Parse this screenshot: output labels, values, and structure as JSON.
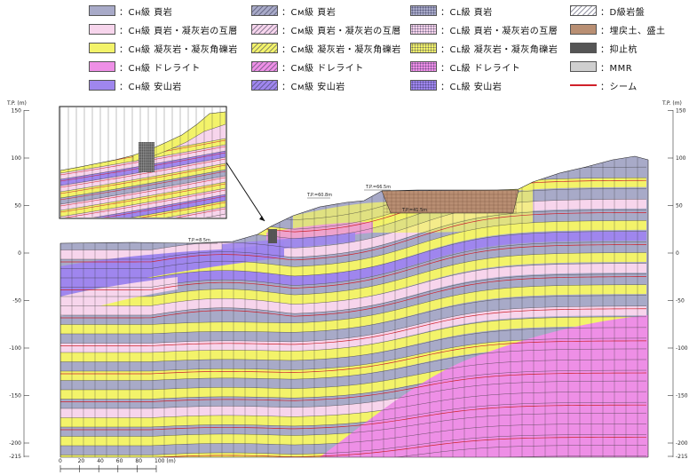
{
  "legend": [
    {
      "label": "：Cʜ級 頁岩",
      "color": "#a8aac8",
      "pattern": "none"
    },
    {
      "label": "：Cʜ級 頁岩・凝灰岩の互層",
      "color": "#f7d5ec",
      "pattern": "none"
    },
    {
      "label": "：Cʜ級 凝灰岩・凝灰角礫岩",
      "color": "#f3f36a",
      "pattern": "none"
    },
    {
      "label": "：Cʜ級 ドレライト",
      "color": "#ee8fe6",
      "pattern": "none"
    },
    {
      "label": "：Cʜ級 安山岩",
      "color": "#9f86ee",
      "pattern": "none"
    },
    {
      "label": "：Cᴍ級 頁岩",
      "color": "#a8aac8",
      "pattern": "hatch"
    },
    {
      "label": "：Cᴍ級 頁岩・凝灰岩の互層",
      "color": "#f7d5ec",
      "pattern": "hatch"
    },
    {
      "label": "：Cᴍ級 凝灰岩・凝灰角礫岩",
      "color": "#f3f36a",
      "pattern": "hatch"
    },
    {
      "label": "：Cᴍ級 ドレライト",
      "color": "#ee8fe6",
      "pattern": "hatch"
    },
    {
      "label": "：Cᴍ級 安山岩",
      "color": "#9f86ee",
      "pattern": "hatch"
    },
    {
      "label": "：Cʟ級 頁岩",
      "color": "#a8aac8",
      "pattern": "dots"
    },
    {
      "label": "：Cʟ級 頁岩・凝灰岩の互層",
      "color": "#f7d5ec",
      "pattern": "dots"
    },
    {
      "label": "：Cʟ級 凝灰岩・凝灰角礫岩",
      "color": "#f3f36a",
      "pattern": "dots"
    },
    {
      "label": "：Cʟ級 ドレライト",
      "color": "#ee8fe6",
      "pattern": "dots"
    },
    {
      "label": "：Cʟ級 安山岩",
      "color": "#9f86ee",
      "pattern": "dots"
    },
    {
      "label": "：D級岩盤",
      "color": "#ffffff",
      "pattern": "hatch"
    },
    {
      "label": "：埋戻土、盛土",
      "color": "#b98f73",
      "pattern": "none"
    },
    {
      "label": "：抑止杭",
      "color": "#555555",
      "pattern": "none"
    },
    {
      "label": "：MMR",
      "color": "#cfcfcf",
      "pattern": "none"
    },
    {
      "label": "：シーム",
      "color": "#d0202a",
      "pattern": "line"
    }
  ],
  "axis": {
    "left_title": "T.P. (m)",
    "right_title": "T.P. (m)",
    "ticks": [
      "150",
      "100",
      "50",
      "0",
      "-50",
      "-100",
      "-150",
      "-200",
      "-215"
    ],
    "tick_values": [
      150,
      100,
      50,
      0,
      -50,
      -100,
      -150,
      -200,
      -215
    ]
  },
  "scale_bar": {
    "labels": [
      "0",
      "20",
      "40",
      "60",
      "80",
      "100 (m)"
    ]
  },
  "annotations": {
    "tp_left": "T.P.=8.5m",
    "tp_mid": "T.P.=60.8m",
    "tp_top": "T.P.=66.5m",
    "tp_fill": "T.P.=41.5m"
  }
}
